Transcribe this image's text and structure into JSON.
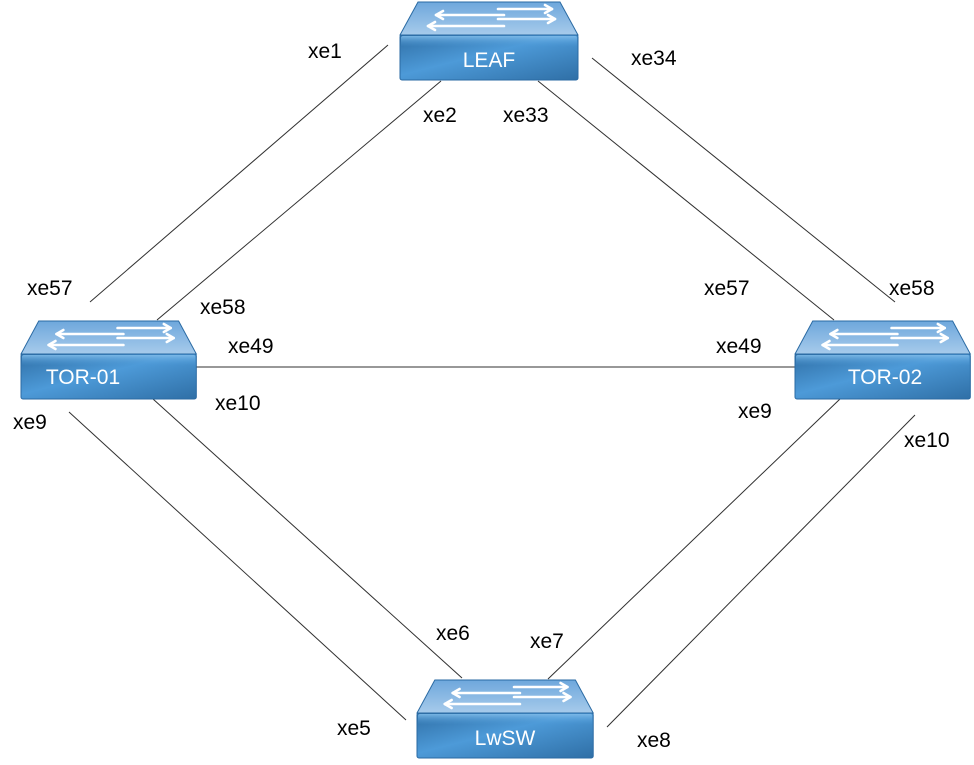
{
  "diagram": {
    "type": "network-topology",
    "colors": {
      "switch_top_light": "#a7cbeb",
      "switch_top_dark": "#6ea7dc",
      "switch_front_light": "#4d9ad8",
      "switch_front_dark": "#2f6fa6",
      "switch_border": "#2a6aa3",
      "arrow": "#ffffff",
      "link": "#303030",
      "label": "#000000"
    },
    "nodes": [
      {
        "id": "leaf",
        "label": "LEAF",
        "icon": "switch-icon"
      },
      {
        "id": "tor01",
        "label": "TOR-01",
        "icon": "switch-icon"
      },
      {
        "id": "tor02",
        "label": "TOR-02",
        "icon": "switch-icon"
      },
      {
        "id": "lwsw",
        "label": "LwSW",
        "icon": "switch-icon"
      }
    ],
    "links": [
      {
        "id": "leaf-tor01-a",
        "from": "leaf",
        "from_port": "xe1",
        "to": "tor01",
        "to_port": "xe57"
      },
      {
        "id": "leaf-tor01-b",
        "from": "leaf",
        "from_port": "xe2",
        "to": "tor01",
        "to_port": "xe58"
      },
      {
        "id": "leaf-tor02-a",
        "from": "leaf",
        "from_port": "xe33",
        "to": "tor02",
        "to_port": "xe57"
      },
      {
        "id": "leaf-tor02-b",
        "from": "leaf",
        "from_port": "xe34",
        "to": "tor02",
        "to_port": "xe58"
      },
      {
        "id": "tor01-tor02",
        "from": "tor01",
        "from_port": "xe49",
        "to": "tor02",
        "to_port": "xe49"
      },
      {
        "id": "tor01-lwsw-a",
        "from": "tor01",
        "from_port": "xe9",
        "to": "lwsw",
        "to_port": "xe5"
      },
      {
        "id": "tor01-lwsw-b",
        "from": "tor01",
        "from_port": "xe10",
        "to": "lwsw",
        "to_port": "xe6"
      },
      {
        "id": "tor02-lwsw-a",
        "from": "tor02",
        "from_port": "xe9",
        "to": "lwsw",
        "to_port": "xe7"
      },
      {
        "id": "tor02-lwsw-b",
        "from": "tor02",
        "from_port": "xe10",
        "to": "lwsw",
        "to_port": "xe8"
      }
    ]
  }
}
